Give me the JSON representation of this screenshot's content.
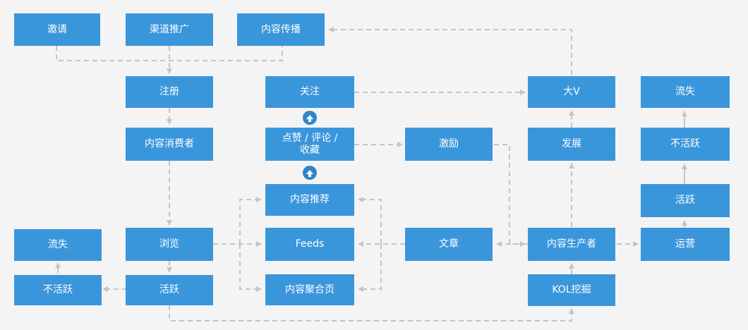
{
  "colors": {
    "box": "#3a96db",
    "box_text": "#ffffff",
    "line": "#c4c4c4",
    "background": "#f4f4f4"
  },
  "nodes": {
    "invite": "邀请",
    "channel_promo": "渠道推广",
    "content_spread": "内容传播",
    "register": "注册",
    "content_consumer": "内容消费者",
    "browse": "浏览",
    "active_left": "活跃",
    "churn_left": "流失",
    "inactive_left": "不活跃",
    "follow": "关注",
    "like_comment_fav": "点赞 / 评论 /\n收藏",
    "content_recommend": "内容推荐",
    "feeds": "Feeds",
    "content_aggregate": "内容聚合页",
    "incentive": "激励",
    "article": "文章",
    "big_v": "大V",
    "develop": "发展",
    "content_producer": "内容生产者",
    "kol_mining": "KOL挖掘",
    "churn_right": "流失",
    "inactive_right": "不活跃",
    "active_right": "活跃",
    "operate": "运营"
  },
  "icons": {
    "up_badge": "up-arrow-circle-icon"
  }
}
